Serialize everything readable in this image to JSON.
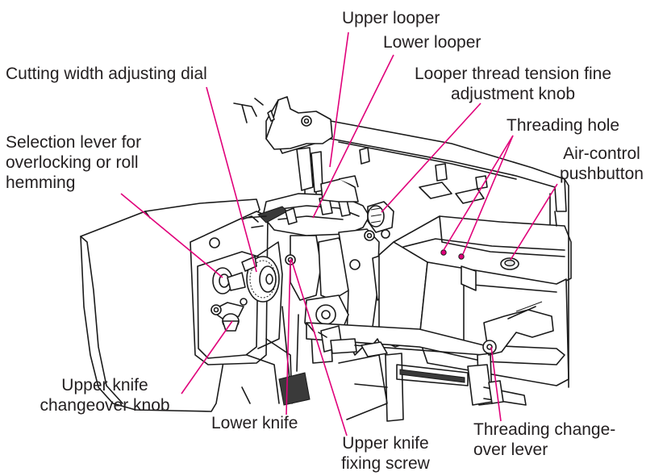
{
  "labels": {
    "upper_looper": "Upper looper",
    "lower_looper": "Lower looper",
    "cutting_width_dial": "Cutting width adjusting dial",
    "looper_tension_line1": "Looper thread tension fine",
    "looper_tension_line2": "adjustment knob",
    "threading_hole": "Threading hole",
    "air_control_line1": "Air-control",
    "air_control_line2": "pushbutton",
    "selection_lever_line1": "Selection lever for",
    "selection_lever_line2": "overlocking or roll",
    "selection_lever_line3": "hemming",
    "upper_knife_changeover_line1": "Upper knife",
    "upper_knife_changeover_line2": "changeover knob",
    "lower_knife": "Lower knife",
    "upper_knife_fixing_line1": "Upper knife",
    "upper_knife_fixing_line2": "fixing screw",
    "threading_changeover_line1": "Threading change-",
    "threading_changeover_line2": "over lever"
  },
  "colors": {
    "leader": "#e0007a",
    "text": "#231f20",
    "outline": "#1a1a1a"
  }
}
